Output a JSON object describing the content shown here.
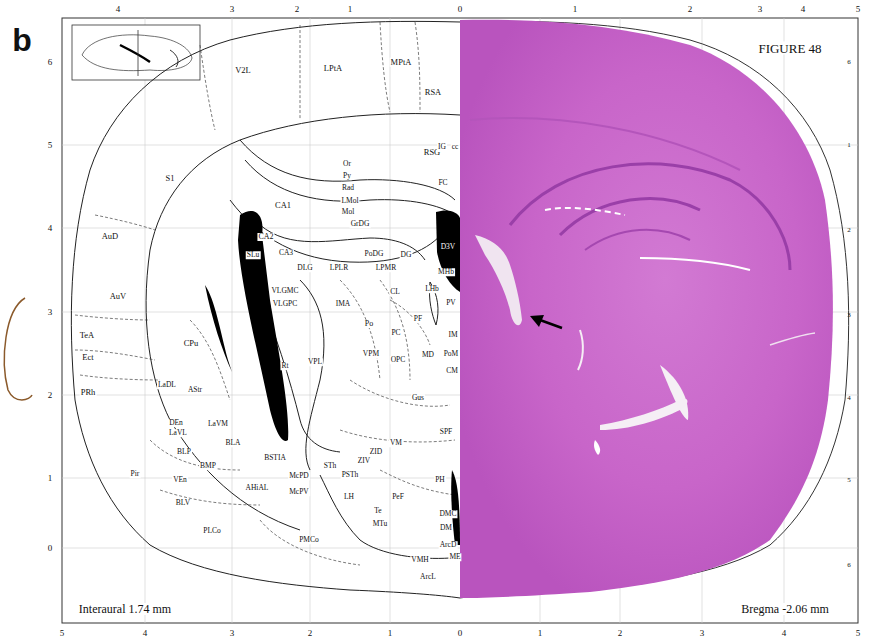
{
  "diagram": {
    "title": "FIGURE 48",
    "labels": [
      "b",
      "Interaural 1.74 mm",
      "Bregma -2.06 mm",
      "V2L",
      "LPtA",
      "MPtA",
      "RSA",
      "RSG",
      "S1",
      "IG",
      "cc",
      "Or",
      "Py",
      "Rad",
      "LMol",
      "Mol",
      "GrDG",
      "CA1",
      "FC",
      "AuD",
      "CA2",
      "SLu",
      "CA3",
      "PoDG",
      "DG",
      "D3V",
      "DLG",
      "LPLR",
      "LPMR",
      "MHb",
      "VLGMC",
      "VLGPC",
      "LHb",
      "CL",
      "PV",
      "AuV",
      "IMA",
      "Po",
      "PF",
      "IM",
      "TeA",
      "CPu",
      "PC",
      "Ect",
      "Rt",
      "VPL",
      "VPM",
      "OPC",
      "MD",
      "PoM",
      "CM",
      "PRh",
      "LaDL",
      "AStr",
      "Gus",
      "DEn",
      "LaVM",
      "LaVL",
      "SPF",
      "VM",
      "ZID",
      "ZIV",
      "BLA",
      "BSTIA",
      "STh",
      "BLP",
      "BMP",
      "McPD",
      "PSTh",
      "PH",
      "Pir",
      "VEn",
      "AHiAL",
      "McPV",
      "LH",
      "PeF",
      "BLV",
      "Te",
      "MTu",
      "DMC",
      "DM",
      "PLCo",
      "PMCo",
      "ArcD",
      "VMH",
      "ME",
      "ArcL",
      "4",
      "3",
      "2",
      "1",
      "0",
      "1",
      "2",
      "3",
      "4",
      "5",
      "5",
      "4",
      "3",
      "2",
      "1",
      "0",
      "1",
      "2",
      "3",
      "4",
      "5",
      "6",
      "5",
      "4",
      "3",
      "2",
      "1",
      "0",
      "6",
      "1",
      "2",
      "3",
      "4",
      "5",
      "6"
    ]
  }
}
